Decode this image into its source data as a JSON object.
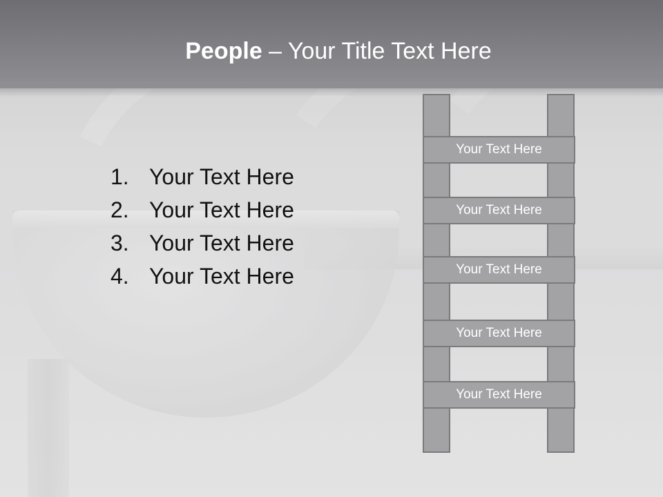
{
  "slide": {
    "title_bold": "People",
    "title_rest": " – Your Title Text Here"
  },
  "list": [
    {
      "number": "1.",
      "text": "Your Text Here"
    },
    {
      "number": "2.",
      "text": "Your Text Here"
    },
    {
      "number": "3.",
      "text": "Your Text Here"
    },
    {
      "number": "4.",
      "text": "Your Text Here"
    }
  ],
  "ladder": {
    "rungs": [
      {
        "label": "Your Text Here"
      },
      {
        "label": "Your Text Here"
      },
      {
        "label": "Your Text Here"
      },
      {
        "label": "Your Text Here"
      },
      {
        "label": "Your Text Here"
      }
    ]
  },
  "colors": {
    "header_band": "#7f7e83",
    "ladder_fill": "#a3a3a6",
    "ladder_border": "#7a7a7d",
    "title_text": "#ffffff",
    "body_text": "#111111"
  }
}
